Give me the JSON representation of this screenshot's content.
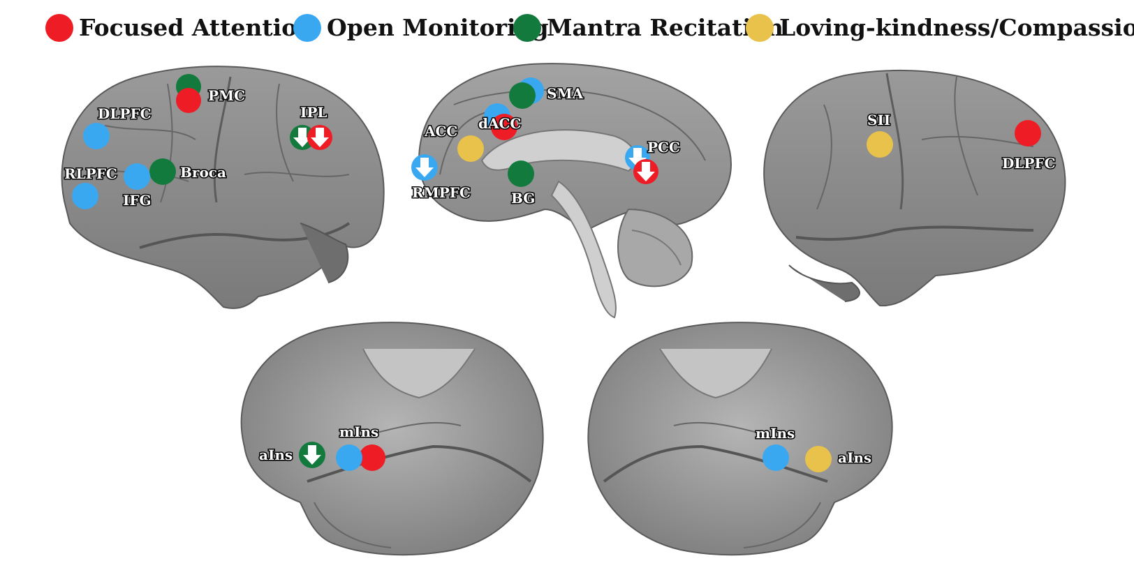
{
  "colors": {
    "focused_attention": "#ee1c25",
    "open_monitoring": "#3aa8f0",
    "mantra_recitation": "#137a3e",
    "loving_kindness": "#e8c24a",
    "brain": "#8e8e8e"
  },
  "legend": [
    {
      "label": "Focused Attention",
      "color": "#ee1c25"
    },
    {
      "label": "Open Monitoring",
      "color": "#3aa8f0"
    },
    {
      "label": "Mantra Recitation",
      "color": "#137a3e"
    },
    {
      "label": "Loving-kindness/Compassion",
      "color": "#e8c24a"
    }
  ],
  "views": {
    "left_lateral": {
      "labels": [
        "PMC",
        "DLPFC",
        "IPL",
        "RLPFC",
        "Broca",
        "IFG"
      ]
    },
    "medial": {
      "labels": [
        "SMA",
        "dACC",
        "ACC",
        "PCC",
        "RMPFC",
        "BG"
      ]
    },
    "right_lateral": {
      "labels": [
        "SII",
        "DLPFC"
      ]
    },
    "left_insula": {
      "labels": [
        "mIns",
        "aIns"
      ]
    },
    "right_insula": {
      "labels": [
        "mIns",
        "aIns"
      ]
    }
  }
}
